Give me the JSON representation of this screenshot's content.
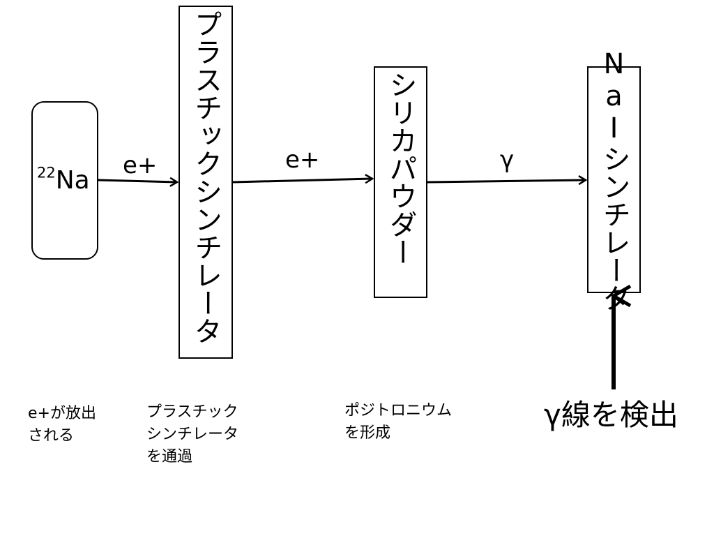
{
  "source": {
    "isotope_mass": "22",
    "symbol": "Na"
  },
  "stages": {
    "plastic": {
      "label": "プラスチックシンチレータ"
    },
    "silica": {
      "label": "シリカパウダー"
    },
    "nai": {
      "label": "NaIシンチレータ"
    }
  },
  "arrows": {
    "a1": {
      "label": "e+"
    },
    "a2": {
      "label": "e+"
    },
    "a3": {
      "label": "γ"
    }
  },
  "captions": {
    "c1": "e+が放出\nされる",
    "c2": "プラスチック\nシンチレータ\nを通過",
    "c3": "ポジトロニウム\nを形成",
    "c4": "γ線を検出"
  }
}
